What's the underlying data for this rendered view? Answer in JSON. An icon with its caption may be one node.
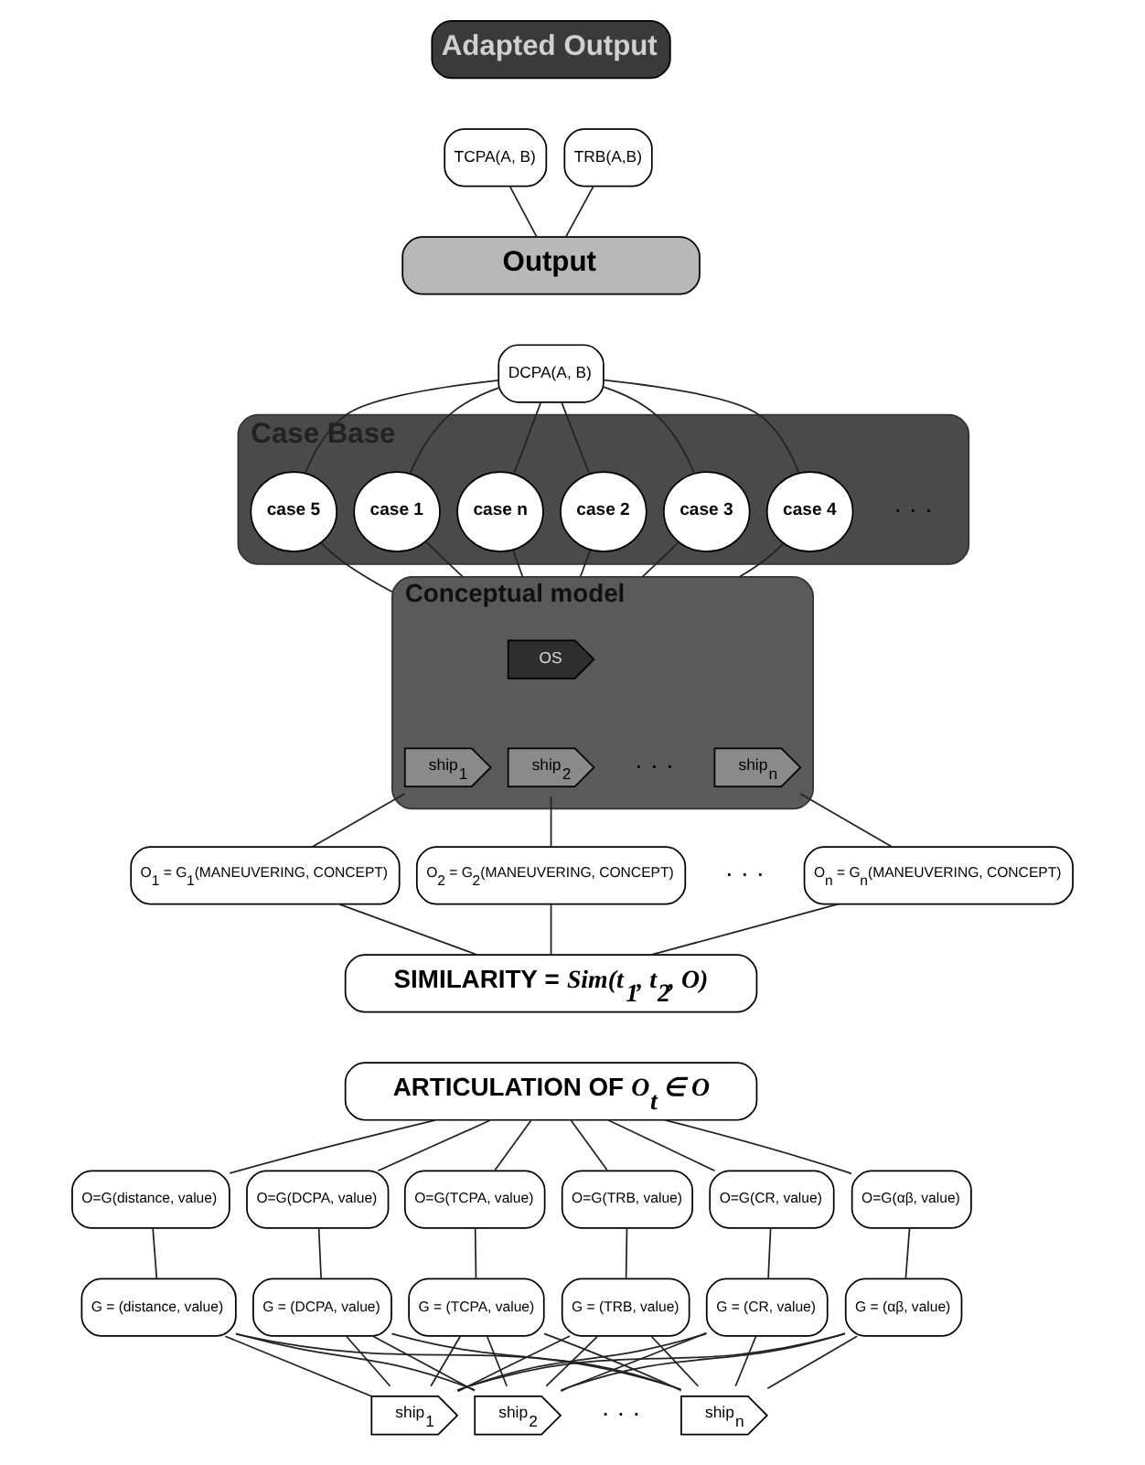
{
  "diagram": {
    "nodes": [
      {
        "text": [
          "Adapted Output"
        ]
      },
      {
        "text": [
          "TCPA(A, B)"
        ]
      },
      {
        "text": [
          "TRB(A,B)"
        ]
      },
      {
        "text": [
          "Output"
        ]
      },
      {
        "text": [
          "DCPA(A, B)"
        ]
      },
      {
        "text": [
          "Case Base"
        ]
      },
      {
        "text": [
          "case 1"
        ],
        "in": 5
      },
      {
        "text": [
          "case 2"
        ],
        "in": 5
      },
      {
        "text": [
          "case 3"
        ],
        "in": 5
      },
      {
        "text": [
          "case 4"
        ],
        "in": 5
      },
      {
        "text": [
          "case 5"
        ],
        "in": 5
      },
      {
        "text": [
          "case n"
        ],
        "in": 5
      },
      {
        "text": [
          "Conceptual model"
        ]
      },
      {
        "text": [
          "OS"
        ],
        "in": 12
      },
      {
        "text": [
          "ship$_{1}$"
        ],
        "in": 12
      },
      {
        "text": [
          "ship$_{2}$"
        ],
        "in": 12
      },
      {
        "text": [
          "ship$_{n}$"
        ],
        "in": 12
      },
      {
        "text": [
          "O$_{1}$ = G$_{1}$(MANEUVERING, CONCEPT)"
        ]
      },
      {
        "text": [
          "O$_{2}$ = G$_{2}$(MANEUVERING, CONCEPT)"
        ]
      },
      {
        "text": [
          "O$_{n}$ = G$_{n}$(MANEUVERING, CONCEPT)"
        ]
      },
      {
        "text": [
          "SIMILARITY = *Sim(t$_{1}$, t$_{2}$, O)*"
        ]
      },
      {
        "text": [
          "ARTICULATION OF *O$_{t}$ ∈ O*"
        ]
      },
      {
        "text": [
          "O=G(distance, value)"
        ]
      },
      {
        "text": [
          "O=G(DCPA, value)"
        ]
      },
      {
        "text": [
          "O=G(TCPA, value)"
        ]
      },
      {
        "text": [
          "O=G(TRB, value)"
        ]
      },
      {
        "text": [
          "O=G(CR, value)"
        ]
      },
      {
        "text": [
          "O=G(αβ, value)"
        ]
      },
      {
        "text": [
          "G = (distance, value)"
        ]
      },
      {
        "text": [
          "G = (DCPA, value)"
        ]
      },
      {
        "text": [
          "G = (TCPA, value)"
        ]
      },
      {
        "text": [
          "G = (TRB, value)"
        ]
      },
      {
        "text": [
          "G = (CR, value)"
        ]
      },
      {
        "text": [
          "G = (αβ, value)"
        ]
      },
      {
        "text": [
          "ship$_{1}$"
        ]
      },
      {
        "text": [
          "ship$_{2}$"
        ]
      },
      {
        "text": [
          "ship$_{n}$"
        ]
      }
    ],
    "edges": [
      {
        "from": 1,
        "to": 3,
        "arrow": "none"
      },
      {
        "from": 2,
        "to": 3,
        "arrow": "none"
      },
      {
        "from": 4,
        "to": 6,
        "arrow": "none"
      },
      {
        "from": 4,
        "to": 7,
        "arrow": "none"
      },
      {
        "from": 4,
        "to": 8,
        "arrow": "none"
      },
      {
        "from": 4,
        "to": 9,
        "arrow": "none"
      },
      {
        "from": 4,
        "to": 10,
        "arrow": "none"
      },
      {
        "from": 4,
        "to": 11,
        "arrow": "none"
      },
      {
        "from": 6,
        "to": 12,
        "arrow": "none"
      },
      {
        "from": 7,
        "to": 12,
        "arrow": "none"
      },
      {
        "from": 8,
        "to": 12,
        "arrow": "none"
      },
      {
        "from": 9,
        "to": 12,
        "arrow": "none"
      },
      {
        "from": 10,
        "to": 12,
        "arrow": "none"
      },
      {
        "from": 11,
        "to": 12,
        "arrow": "none"
      },
      {
        "from": 14,
        "to": 17,
        "arrow": "none"
      },
      {
        "from": 15,
        "to": 18,
        "arrow": "none"
      },
      {
        "from": 16,
        "to": 19,
        "arrow": "none"
      },
      {
        "from": 17,
        "to": 20,
        "arrow": "none"
      },
      {
        "from": 18,
        "to": 20,
        "arrow": "none"
      },
      {
        "from": 19,
        "to": 20,
        "arrow": "none"
      },
      {
        "from": 21,
        "to": 22,
        "arrow": "none"
      },
      {
        "from": 21,
        "to": 23,
        "arrow": "none"
      },
      {
        "from": 21,
        "to": 24,
        "arrow": "none"
      },
      {
        "from": 21,
        "to": 25,
        "arrow": "none"
      },
      {
        "from": 21,
        "to": 26,
        "arrow": "none"
      },
      {
        "from": 21,
        "to": 27,
        "arrow": "none"
      },
      {
        "from": 22,
        "to": 28,
        "arrow": "none"
      },
      {
        "from": 23,
        "to": 29,
        "arrow": "none"
      },
      {
        "from": 24,
        "to": 30,
        "arrow": "none"
      },
      {
        "from": 25,
        "to": 31,
        "arrow": "none"
      },
      {
        "from": 26,
        "to": 32,
        "arrow": "none"
      },
      {
        "from": 27,
        "to": 33,
        "arrow": "none"
      },
      {
        "from": 28,
        "to": 34,
        "arrow": "none"
      },
      {
        "from": 28,
        "to": 35,
        "arrow": "none"
      },
      {
        "from": 28,
        "to": 36,
        "arrow": "none"
      },
      {
        "from": 29,
        "to": 34,
        "arrow": "none"
      },
      {
        "from": 29,
        "to": 35,
        "arrow": "none"
      },
      {
        "from": 29,
        "to": 36,
        "arrow": "none"
      },
      {
        "from": 30,
        "to": 34,
        "arrow": "none"
      },
      {
        "from": 30,
        "to": 35,
        "arrow": "none"
      },
      {
        "from": 30,
        "to": 36,
        "arrow": "none"
      },
      {
        "from": 31,
        "to": 34,
        "arrow": "none"
      },
      {
        "from": 31,
        "to": 35,
        "arrow": "none"
      },
      {
        "from": 31,
        "to": 36,
        "arrow": "none"
      },
      {
        "from": 32,
        "to": 34,
        "arrow": "none"
      },
      {
        "from": 32,
        "to": 35,
        "arrow": "none"
      },
      {
        "from": 32,
        "to": 36,
        "arrow": "none"
      },
      {
        "from": 33,
        "to": 34,
        "arrow": "none"
      },
      {
        "from": 33,
        "to": 35,
        "arrow": "none"
      },
      {
        "from": 33,
        "to": 36,
        "arrow": "none"
      }
    ],
    "labels": [
      "· · ·",
      "· · ·",
      "· · ·",
      "· · ·"
    ]
  }
}
